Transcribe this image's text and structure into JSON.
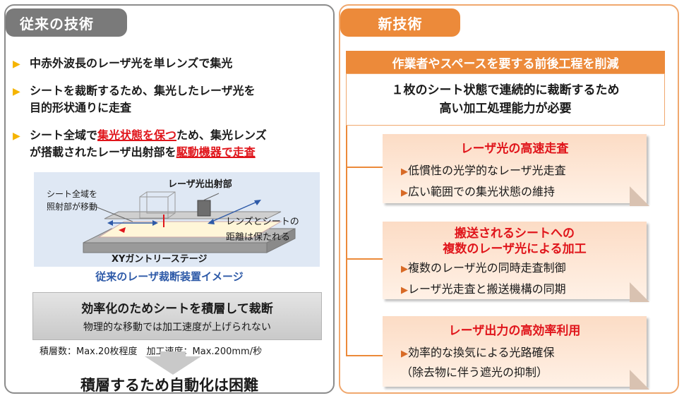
{
  "left": {
    "tab": "従来の技術",
    "bullets": [
      {
        "text": "中赤外波長のレーザ光を単レンズで集光"
      },
      {
        "line1": "シートを裁断するため、集光したレーザ光を",
        "line2": "目的形状通りに走査"
      },
      {
        "pre": "シート全域で",
        "emph1": "集光状態を保つ",
        "mid": "ため、集光レンズ",
        "line2_pre": "が搭載されたレーザ出射部を",
        "emph2": "駆動機器で走査"
      }
    ],
    "illustration": {
      "label_emitter": "レーザ光出射部",
      "label_move_1": "シート全域を",
      "label_move_2": "照射部が移動",
      "label_lens_1": "レンズとシートの",
      "label_lens_2": "距離は保たれる",
      "label_stage": "XYガントリーステージ"
    },
    "caption": "従来のレーザ裁断装置イメージ",
    "box_title": "効率化のためシートを積層して裁断",
    "box_sub": "物理的な移動では加工速度が上げられない",
    "stats": "積層数：Max.20枚程度　加工速度：Max.200mm/秒",
    "conclusion": "積層するため自動化は困難"
  },
  "right": {
    "tab": "新技術",
    "header": "作業者やスペースを要する前後工程を削減",
    "need_line1": "１枚のシート状態で連続的に裁断するため",
    "need_line2": "高い加工処理能力が必要",
    "cards": [
      {
        "title": "レーザ光の高速走査",
        "items": [
          "低慣性の光学的なレーザ光走査",
          "広い範囲での集光状態の維持"
        ]
      },
      {
        "title1": "搬送されるシートへの",
        "title2": "複数のレーザ光による加工",
        "items": [
          "複数のレーザ光の同時走査制御",
          "レーザ光走査と搬送機構の同期"
        ]
      },
      {
        "title": "レーザ出力の高効率利用",
        "items": [
          "効率的な換気による光路確保",
          "（除去物に伴う遮光の抑制）"
        ]
      }
    ]
  },
  "colors": {
    "accent_orange": "#ec8a3a",
    "emphasis_red": "#e0151b",
    "bullet_yellow": "#f5b400",
    "caption_blue": "#2e5aa8"
  }
}
